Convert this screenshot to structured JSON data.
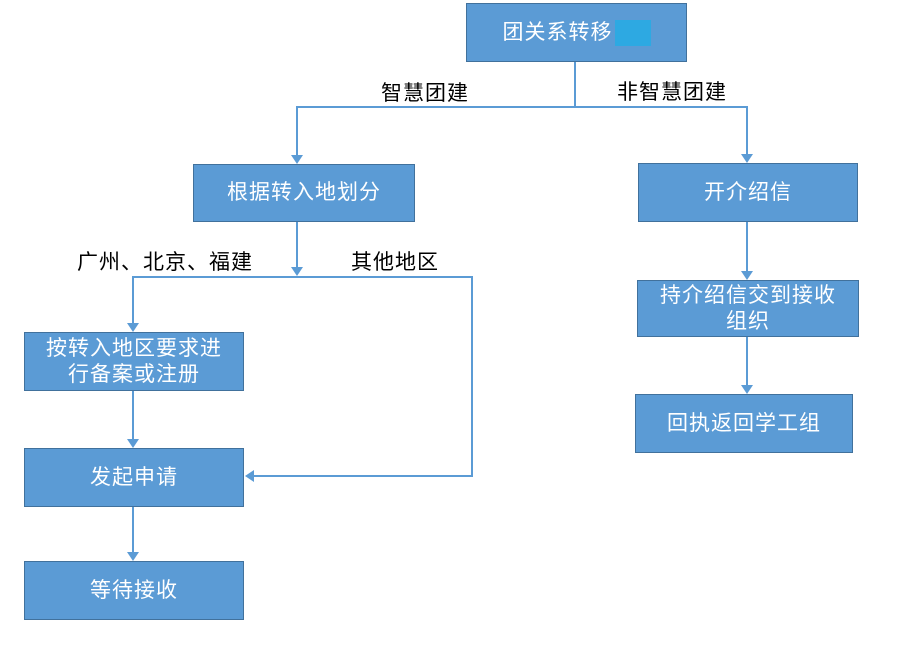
{
  "diagram": {
    "type": "flowchart",
    "nodes": {
      "root": {
        "label": "团关系转移"
      },
      "divide": {
        "label": "根据转入地划分"
      },
      "letter": {
        "label": "开介绍信"
      },
      "record": {
        "label_line1": "按转入地区要求进",
        "label_line2": "行备案或注册"
      },
      "apply": {
        "label": "发起申请"
      },
      "wait": {
        "label": "等待接收"
      },
      "deliver": {
        "label_line1": "持介绍信交到接收",
        "label_line2": "组织"
      },
      "receipt": {
        "label": "回执返回学工组"
      }
    },
    "edge_labels": {
      "smart": "智慧团建",
      "non_smart": "非智慧团建",
      "regions_special": "广州、北京、福建",
      "regions_other": "其他地区"
    },
    "colors": {
      "node_fill": "#5B9BD5",
      "node_border": "#41719C",
      "node_text": "#FFFFFF",
      "connector": "#5B9BD5",
      "label_text": "#000000",
      "highlight_patch": "#2DA9E2",
      "background": "#FFFFFF"
    }
  }
}
